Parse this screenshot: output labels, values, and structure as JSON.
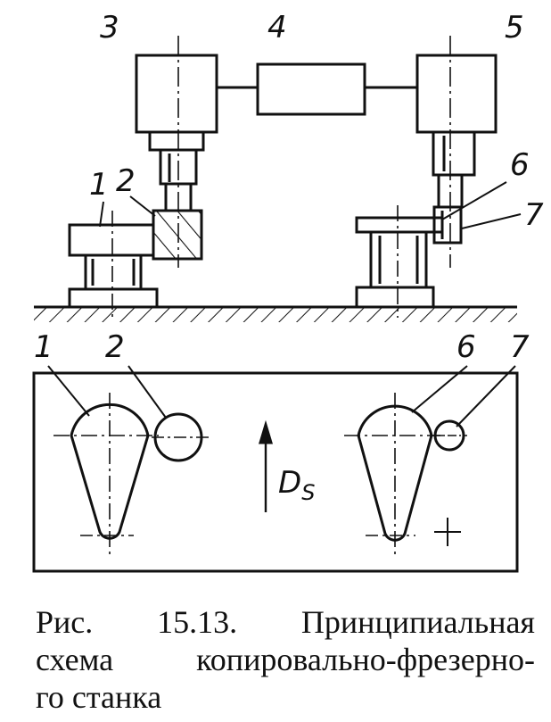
{
  "labels": {
    "top_1": "1",
    "top_2": "2",
    "top_3": "3",
    "top_4": "4",
    "top_5": "5",
    "top_6": "6",
    "top_7": "7",
    "bottom_1": "1",
    "bottom_2": "2",
    "bottom_6": "6",
    "bottom_7": "7",
    "feed_main": "D",
    "feed_sub": "S"
  },
  "caption": {
    "fig_word": "Рис.",
    "fig_number": "15.13.",
    "line1_rest": "Принципиальная",
    "line2_a": "схема",
    "line2_b": "копировально-фрезерно-",
    "line3": "го станка"
  }
}
